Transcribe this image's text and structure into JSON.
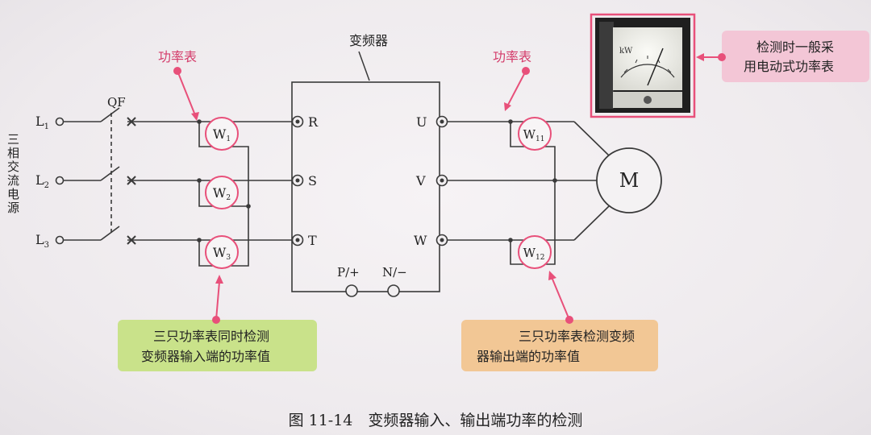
{
  "caption": "图 11-14　变频器输入、输出端功率的检测",
  "source_label": "三相交流电源",
  "breaker_label": "QF",
  "inverter_label": "变频器",
  "motor_label": "M",
  "callouts": {
    "input_meter": "功率表",
    "output_meter": "功率表",
    "input_note_line1": "三只功率表同时检测",
    "input_note_line2": "变频器输入端的功率值",
    "output_note_line1": "三只功率表检测变频",
    "output_note_line2": "器输出端的功率值",
    "photo_note_line1": "检测时一般采",
    "photo_note_line2": "用电动式功率表"
  },
  "lines": [
    {
      "main": "L",
      "sub": "1"
    },
    {
      "main": "L",
      "sub": "2"
    },
    {
      "main": "L",
      "sub": "3"
    }
  ],
  "input_terminals": [
    "R",
    "S",
    "T"
  ],
  "output_terminals": [
    "U",
    "V",
    "W"
  ],
  "dc_terminals": [
    "P/+",
    "N/−"
  ],
  "input_meters": [
    {
      "main": "W",
      "sub": "1"
    },
    {
      "main": "W",
      "sub": "2"
    },
    {
      "main": "W",
      "sub": "3"
    }
  ],
  "output_meters": [
    {
      "main": "W",
      "sub": "11"
    },
    {
      "main": "W",
      "sub": "12"
    }
  ],
  "meter_face": {
    "unit": "kW"
  },
  "colors": {
    "wire": "#3a3a3a",
    "callout_pink": "#e8507a",
    "green_box": "#c9e28a",
    "orange_box": "#f2c795",
    "pink_box": "#f3c6d6",
    "meter_ring": "#e8507a"
  }
}
